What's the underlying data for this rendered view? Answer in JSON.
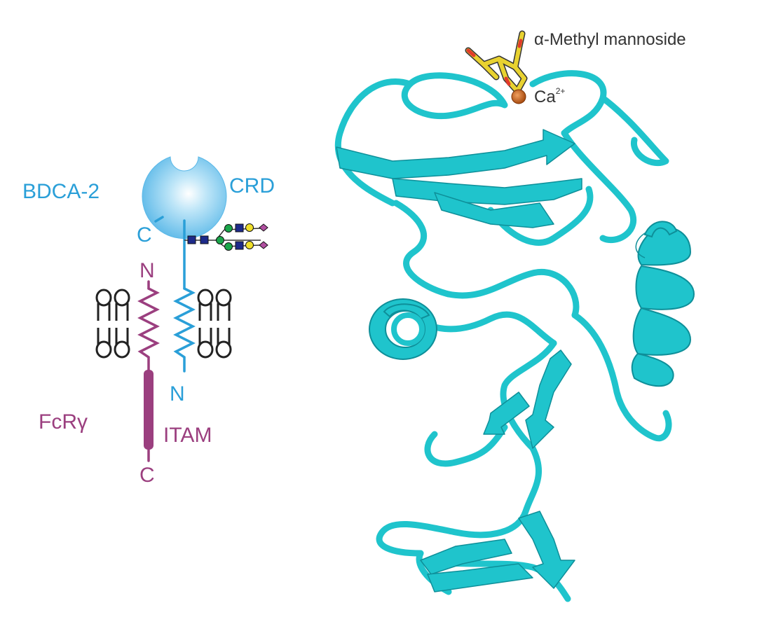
{
  "schematic": {
    "receptor_name": "BDCA-2",
    "crd_label": "CRD",
    "receptor_c_terminus": "C",
    "receptor_n_terminus": "N",
    "adaptor_name": "FcRγ",
    "adaptor_n_terminus": "N",
    "adaptor_c_terminus": "C",
    "itam_label": "ITAM"
  },
  "structure": {
    "ligand_prefix": "α",
    "ligand_label": "-Methyl mannoside",
    "ion_label": "Ca",
    "ion_charge": "2+"
  },
  "colors": {
    "receptor": "#2a9fd8",
    "adaptor": "#9b3f7f",
    "protein_ribbon": "#1fc4cc",
    "ligand": "#e8d230",
    "calcium": "#c8641e",
    "membrane": "#222222"
  }
}
